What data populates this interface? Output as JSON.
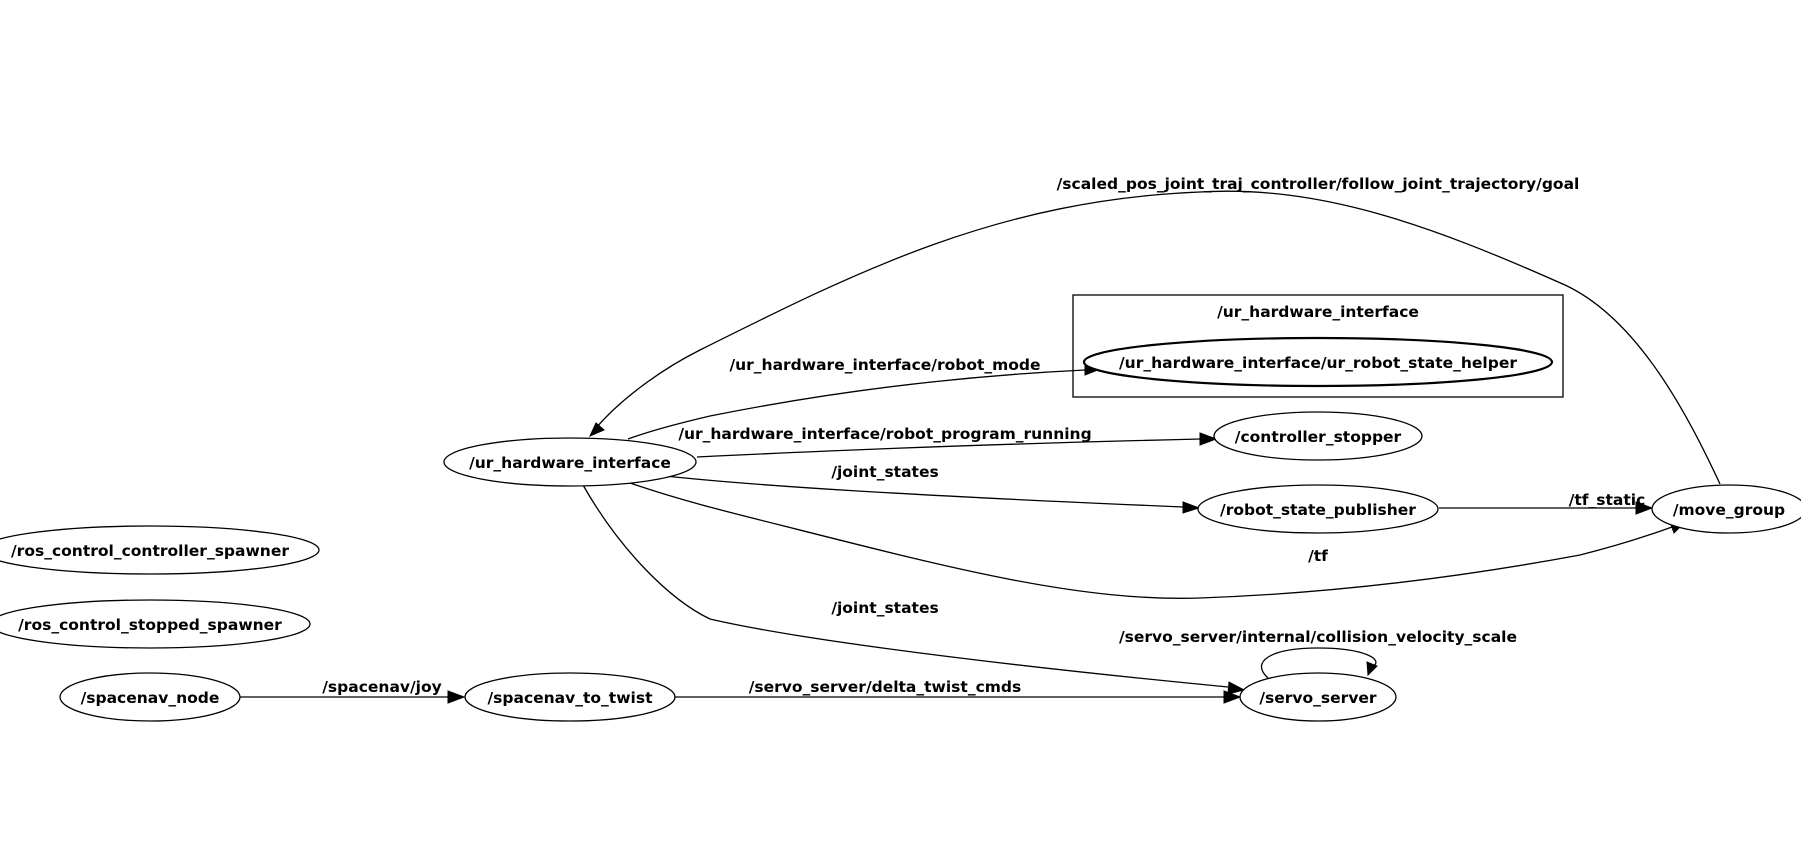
{
  "graph": {
    "cluster": {
      "label": "/ur_hardware_interface"
    },
    "nodes": {
      "ur_robot_state_helper": "/ur_hardware_interface/ur_robot_state_helper",
      "controller_stopper": "/controller_stopper",
      "ur_hardware_interface": "/ur_hardware_interface",
      "robot_state_publisher": "/robot_state_publisher",
      "move_group": "/move_group",
      "ros_control_controller_spawner": "/ros_control_controller_spawner",
      "ros_control_stopped_spawner": "/ros_control_stopped_spawner",
      "spacenav_node": "/spacenav_node",
      "spacenav_to_twist": "/spacenav_to_twist",
      "servo_server": "/servo_server"
    },
    "edges": {
      "follow_joint_trajectory_goal": "/scaled_pos_joint_traj_controller/follow_joint_trajectory/goal",
      "robot_mode": "/ur_hardware_interface/robot_mode",
      "robot_program_running": "/ur_hardware_interface/robot_program_running",
      "joint_states_rsp": "/joint_states",
      "tf_static": "/tf_static",
      "tf": "/tf",
      "joint_states_servo": "/joint_states",
      "collision_velocity_scale": "/servo_server/internal/collision_velocity_scale",
      "spacenav_joy": "/spacenav/joy",
      "delta_twist_cmds": "/servo_server/delta_twist_cmds"
    }
  }
}
